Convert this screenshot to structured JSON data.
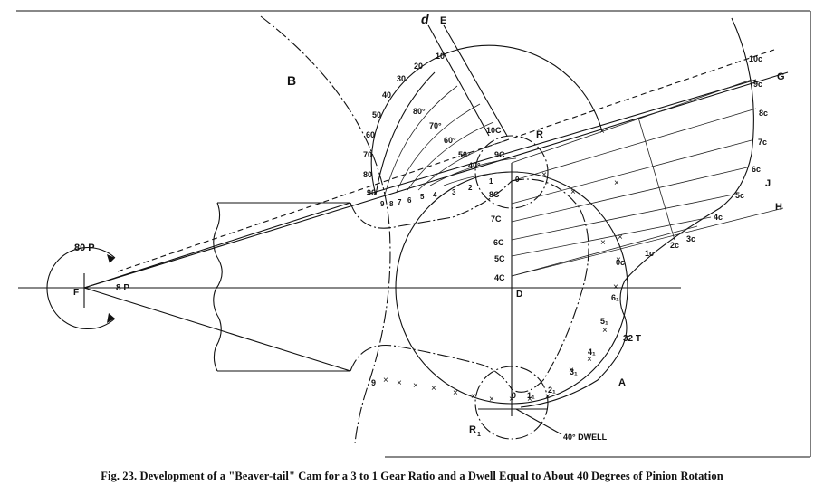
{
  "figure": {
    "caption": "Fig. 23.  Development of a \"Beaver-tail\" Cam for a 3 to 1 Gear Ratio and a Dwell Equal to About 40 Degrees of Pinion Rotation",
    "labels": {
      "B": "B",
      "d": "d",
      "E": "E",
      "G": "G",
      "H": "H",
      "J": "J",
      "A": "A",
      "R": "R",
      "R1": "R",
      "R1_sub": "1",
      "F": "F",
      "D": "D",
      "P80": "80 P",
      "P8": "8 P",
      "T32": "32 T",
      "dwell": "40° DWELL"
    },
    "arc_degree_labels": [
      "10",
      "20",
      "30",
      "40",
      "50",
      "60",
      "70",
      "80",
      "90"
    ],
    "inner_degree_labels": [
      "80°",
      "70°",
      "60°",
      "50°",
      "40°"
    ],
    "small_numbers": [
      "9",
      "8",
      "7",
      "6",
      "5",
      "4",
      "3",
      "2",
      "1",
      "0"
    ],
    "c_labels_right": [
      "10c",
      "9c",
      "8c",
      "7c",
      "6c",
      "5c",
      "4c",
      "3c",
      "2c",
      "1c",
      "0c"
    ],
    "c_labels_left": [
      "10C",
      "9C",
      "8C",
      "7C",
      "6C",
      "5C",
      "4C"
    ],
    "sub_labels": [
      "6₁",
      "5₁",
      "4₁",
      "3₁",
      "2₁",
      "1₁",
      "0",
      "9"
    ]
  }
}
